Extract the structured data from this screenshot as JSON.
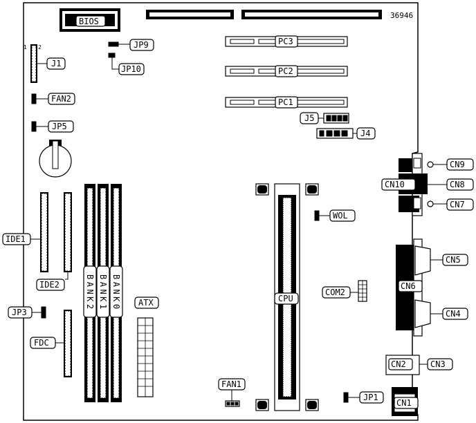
{
  "board_id": "36946",
  "labels": {
    "bios": "BIOS",
    "jp9": "JP9",
    "jp10": "JP10",
    "j1": "J1",
    "j1_pin1": "1",
    "j1_pin2": "2",
    "fan2": "FAN2",
    "jp5": "JP5",
    "pc3": "PC3",
    "pc2": "PC2",
    "pc1": "PC1",
    "j5": "J5",
    "j4": "J4",
    "cn9": "CN9",
    "cn10": "CN10",
    "cn8": "CN8",
    "cn7": "CN7",
    "wol": "WOL",
    "ide1": "IDE1",
    "ide2": "IDE2",
    "bank2": "BANK2",
    "bank1": "BANK1",
    "bank0": "BANK0",
    "atx": "ATX",
    "cpu": "CPU",
    "cn5": "CN5",
    "cn6": "CN6",
    "com2": "COM2",
    "cn4": "CN4",
    "jp3": "JP3",
    "fdc": "FDC",
    "cn2": "CN2",
    "cn3": "CN3",
    "fan1": "FAN1",
    "jp1": "JP1",
    "cn1": "CN1"
  }
}
